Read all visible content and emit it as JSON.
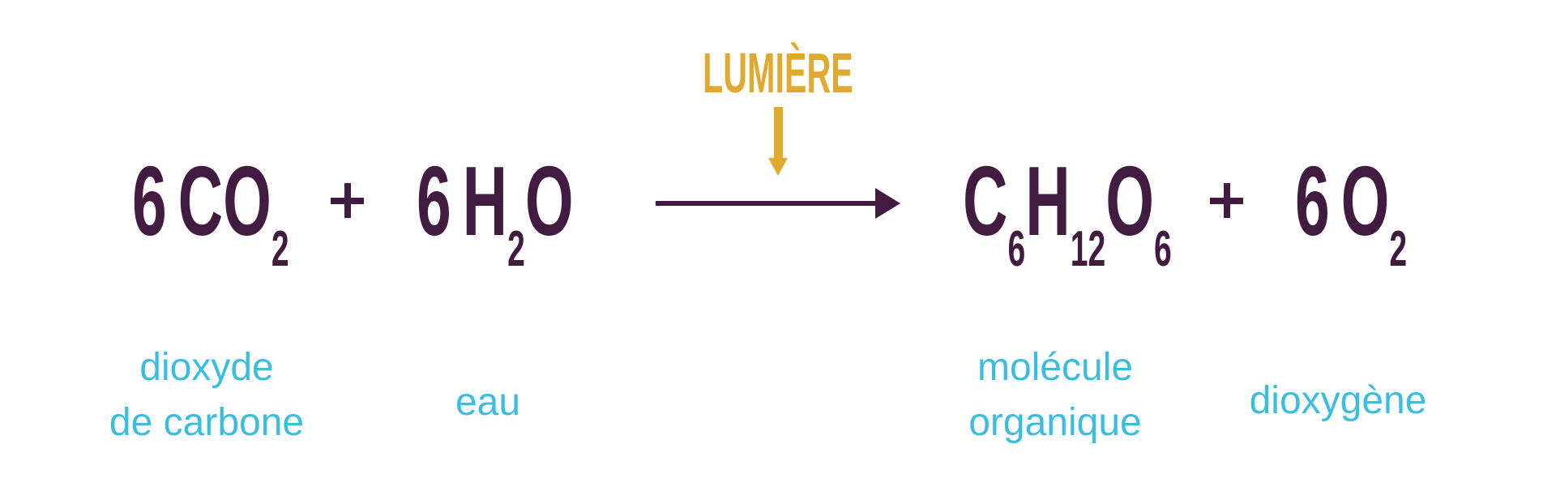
{
  "light_label": "LUMIÈRE",
  "species": [
    {
      "coef": "6",
      "parts": [
        "CO",
        "2"
      ],
      "label": [
        "dioxyde",
        "de carbone"
      ]
    },
    {
      "coef": "6",
      "parts": [
        "H",
        "2",
        "O"
      ],
      "label": [
        "eau"
      ]
    },
    {
      "parts": [
        "C",
        "6",
        "H",
        "12",
        "O",
        "6"
      ],
      "label": [
        "molécule",
        "organique"
      ]
    },
    {
      "coef": "6",
      "parts": [
        "O",
        "2"
      ],
      "label": [
        "dioxygène"
      ]
    }
  ],
  "plus_sign": "+",
  "colors": {
    "formula": "#421c40",
    "light": "#e0a930",
    "label": "#3bbde0"
  }
}
